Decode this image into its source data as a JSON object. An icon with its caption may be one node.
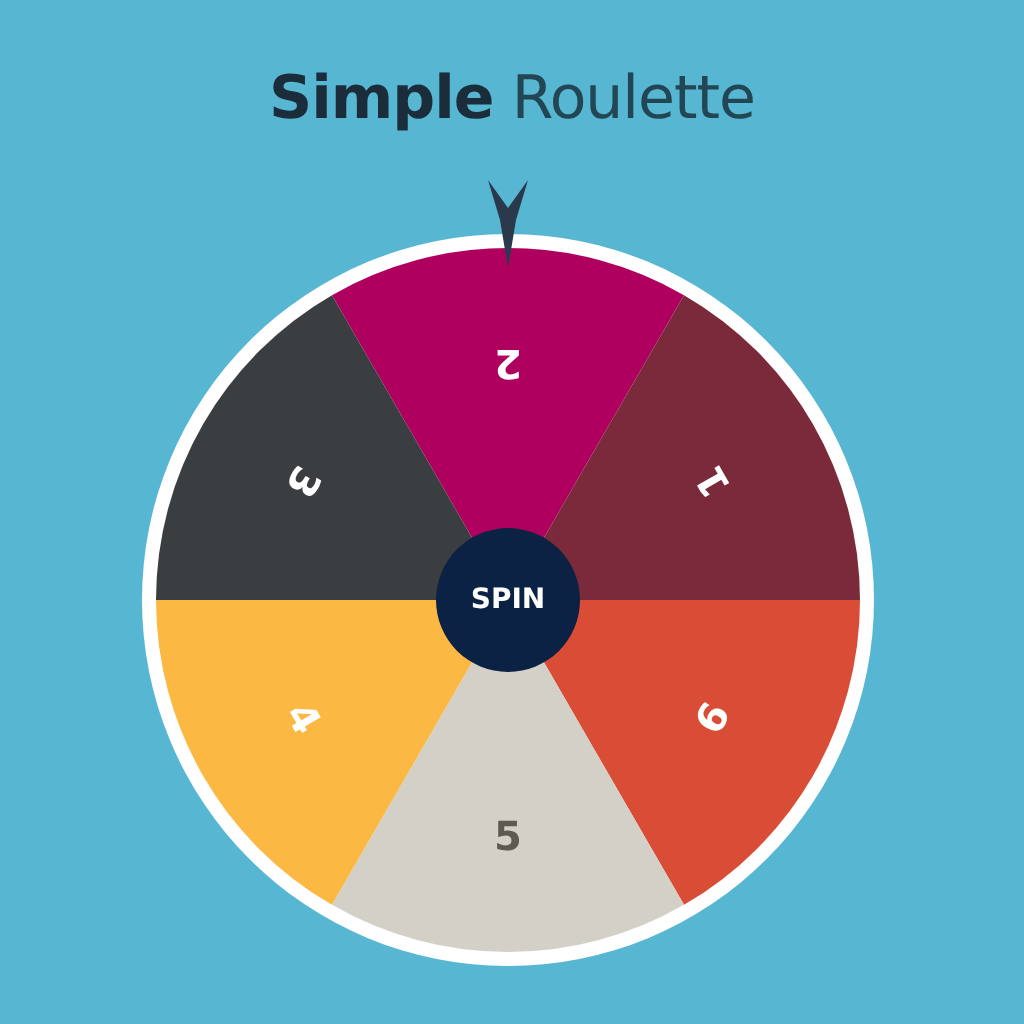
{
  "diagram": {
    "title": "**Simple** Roulette",
    "nodes": [
      {
        "text": [
          "2"
        ]
      },
      {
        "text": [
          "1"
        ]
      },
      {
        "text": [
          "6"
        ]
      },
      {
        "text": [
          "5"
        ]
      },
      {
        "text": [
          "4"
        ]
      },
      {
        "text": [
          "3"
        ]
      },
      {
        "text": [
          "SPIN"
        ]
      }
    ]
  }
}
